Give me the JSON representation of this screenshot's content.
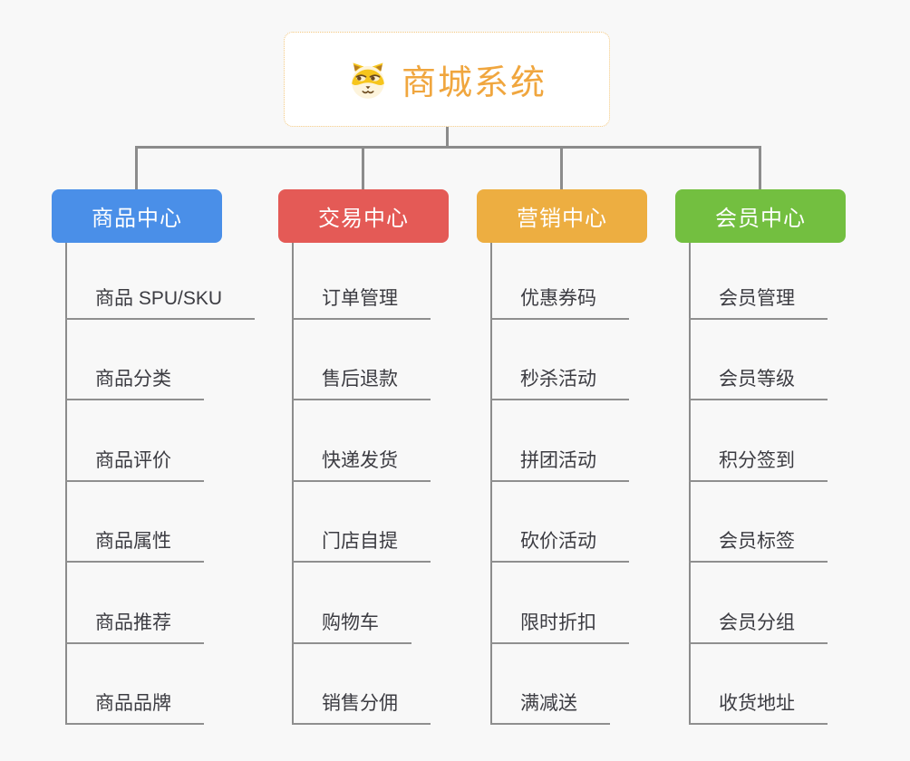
{
  "colors": {
    "background": "#f8f8f8",
    "connector": "#8c8c8c",
    "underline": "#8f8f8f",
    "leaf_text": "#3c3c42",
    "root_text": "#f0a63e",
    "root_border": "#f3c77e"
  },
  "root": {
    "title": "商城系统",
    "icon": "dog-face-icon"
  },
  "branches": [
    {
      "label": "商品中心",
      "color": "#4a8fe8",
      "items": [
        "商品 SPU/SKU",
        "商品分类",
        "商品评价",
        "商品属性",
        "商品推荐",
        "商品品牌"
      ]
    },
    {
      "label": "交易中心",
      "color": "#e45a56",
      "items": [
        "订单管理",
        "售后退款",
        "快递发货",
        "门店自提",
        "购物车",
        "销售分佣"
      ]
    },
    {
      "label": "营销中心",
      "color": "#edae41",
      "items": [
        "优惠券码",
        "秒杀活动",
        "拼团活动",
        "砍价活动",
        "限时折扣",
        "满减送"
      ]
    },
    {
      "label": "会员中心",
      "color": "#73bf40",
      "items": [
        "会员管理",
        "会员等级",
        "积分签到",
        "会员标签",
        "会员分组",
        "收货地址"
      ]
    }
  ]
}
